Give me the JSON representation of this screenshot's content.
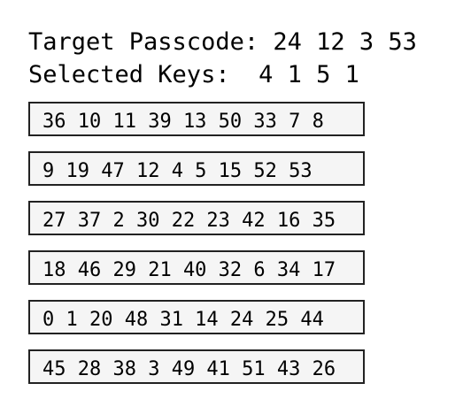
{
  "header": {
    "target_label": "Target Passcode:",
    "target_value": "24 12 3 53",
    "selected_label": "Selected Keys:",
    "selected_value": "4 1 5 1"
  },
  "rows": [
    "36 10 11 39 13 50 33 7 8",
    "9 19 47 12 4 5 15 52 53",
    "27 37 2 30 22 23 42 16 35",
    "18 46 29 21 40 32 6 34 17",
    "0 1 20 48 31 14 24 25 44",
    "45 28 38 3 49 41 51 43 26"
  ]
}
